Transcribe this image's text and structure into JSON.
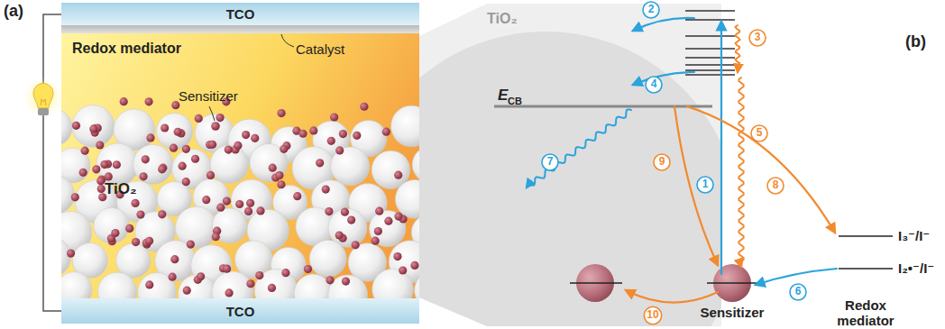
{
  "diagram": {
    "nodes": [
      {
        "text": [
          "TCO"
        ]
      },
      {
        "text": [
          "Redox mediator"
        ]
      },
      {
        "text": [
          "TCO"
        ]
      }
    ],
    "labels": [
      "(a)",
      "Catalyst",
      "Sensitizer",
      "TiO₂",
      "(b)",
      "TiO₂",
      "E",
      "CB",
      "1",
      "2",
      "3",
      "4",
      "5",
      "6",
      "7",
      "8",
      "9",
      "10",
      "I₃⁻/I⁻",
      "I₂•⁻/I⁻",
      "Sensitizer",
      "Redox mediator"
    ]
  }
}
